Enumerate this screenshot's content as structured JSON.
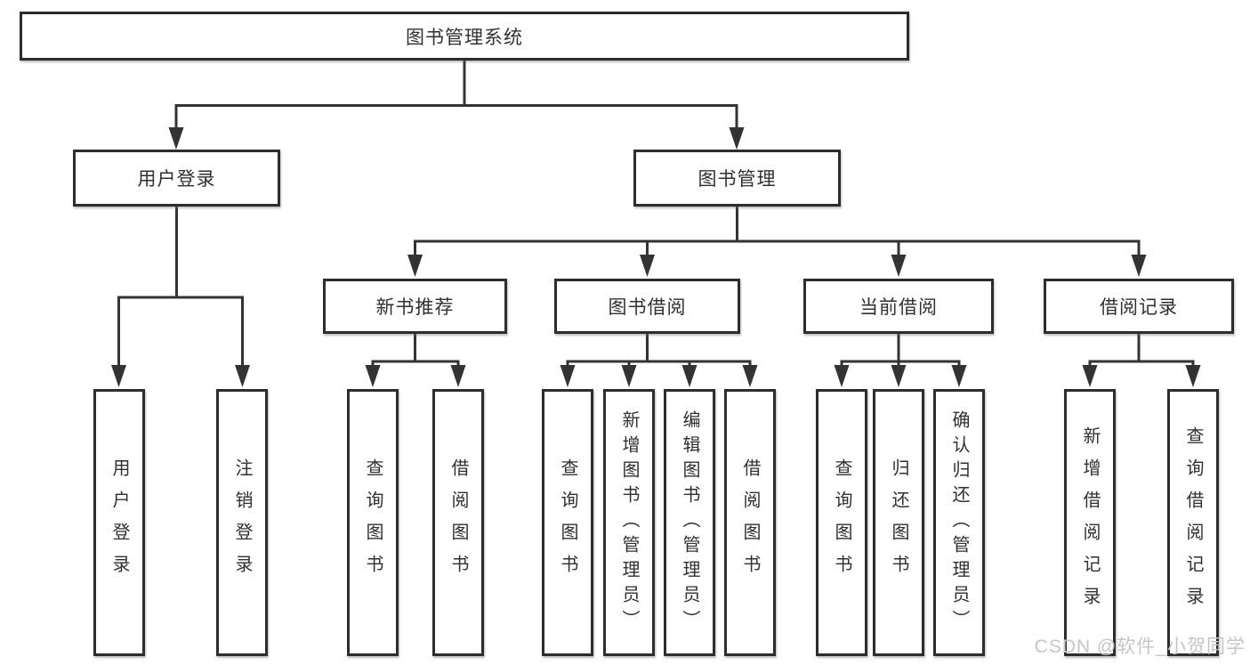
{
  "tree": {
    "label": "图书管理系统",
    "children": [
      {
        "label": "用户登录",
        "children": [
          {
            "label": "用户登录"
          },
          {
            "label": "注销登录"
          }
        ]
      },
      {
        "label": "图书管理",
        "children": [
          {
            "label": "新书推荐",
            "children": [
              {
                "label": "查询图书"
              },
              {
                "label": "借阅图书"
              }
            ]
          },
          {
            "label": "图书借阅",
            "children": [
              {
                "label": "查询图书"
              },
              {
                "label": "新增图书（管理员）"
              },
              {
                "label": "编辑图书（管理员）"
              },
              {
                "label": "借阅图书"
              }
            ]
          },
          {
            "label": "当前借阅",
            "children": [
              {
                "label": "查询图书"
              },
              {
                "label": "归还图书"
              },
              {
                "label": "确认归还（管理员）"
              }
            ]
          },
          {
            "label": "借阅记录",
            "children": [
              {
                "label": "新增借阅记录"
              },
              {
                "label": "查询借阅记录"
              }
            ]
          }
        ]
      }
    ]
  },
  "watermark": {
    "text": "CSDN @软件_小贺同学"
  },
  "colors": {
    "line": "#333333",
    "box_border": "#2d2d2d",
    "text": "#303030",
    "watermark": "#c6c6c6",
    "bg": "#ffffff"
  }
}
